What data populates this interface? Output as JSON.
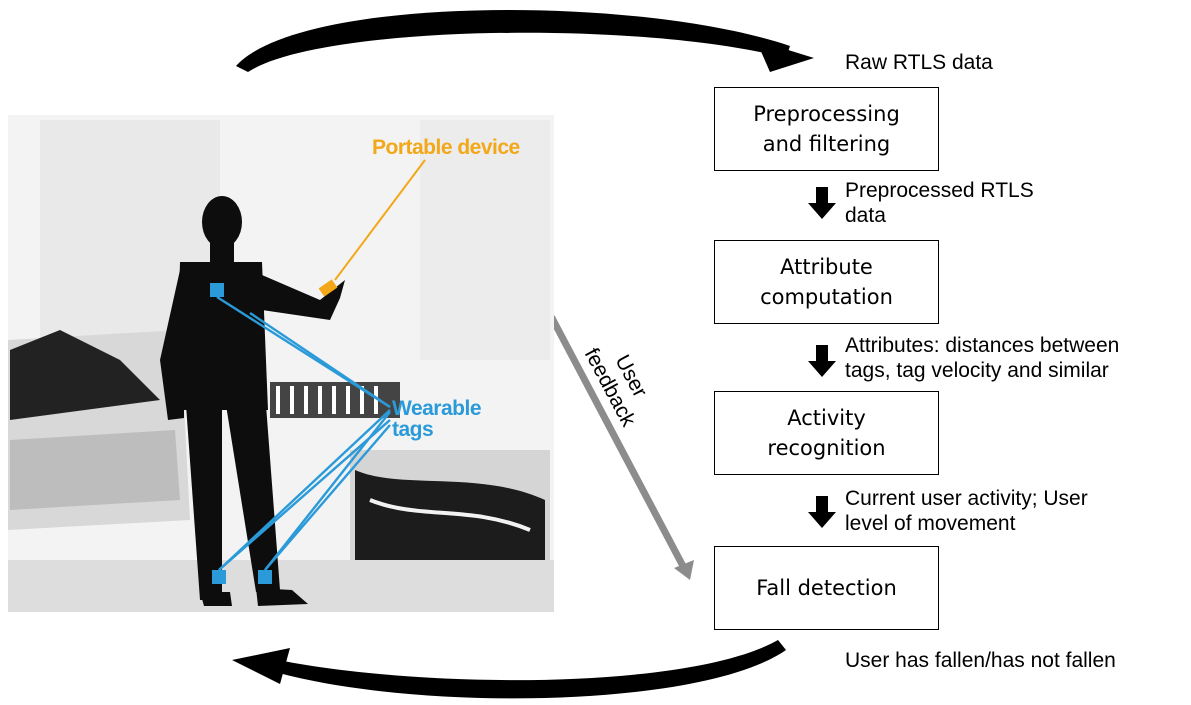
{
  "colors": {
    "portable": "#f2a818",
    "wearable": "#2a9ad8",
    "feedback_arrow": "#8c8c8c",
    "loop_arrow": "#000000"
  },
  "photo": {
    "portable_label": "Portable device",
    "wearable_label": "Wearable\ntags"
  },
  "feedback_label": "User\nfeedback",
  "flow": {
    "input_label": "Raw RTLS data",
    "steps": [
      {
        "label": "Preprocessing\nand filtering"
      },
      {
        "label": "Attribute\ncomputation"
      },
      {
        "label": "Activity\nrecognition"
      },
      {
        "label": "Fall detection"
      }
    ],
    "edge_labels": [
      "Preprocessed RTLS\ndata",
      "Attributes: distances between\ntags, tag velocity and similar",
      "Current user activity; User\nlevel of movement"
    ],
    "output_label": "User has fallen/has not fallen"
  }
}
